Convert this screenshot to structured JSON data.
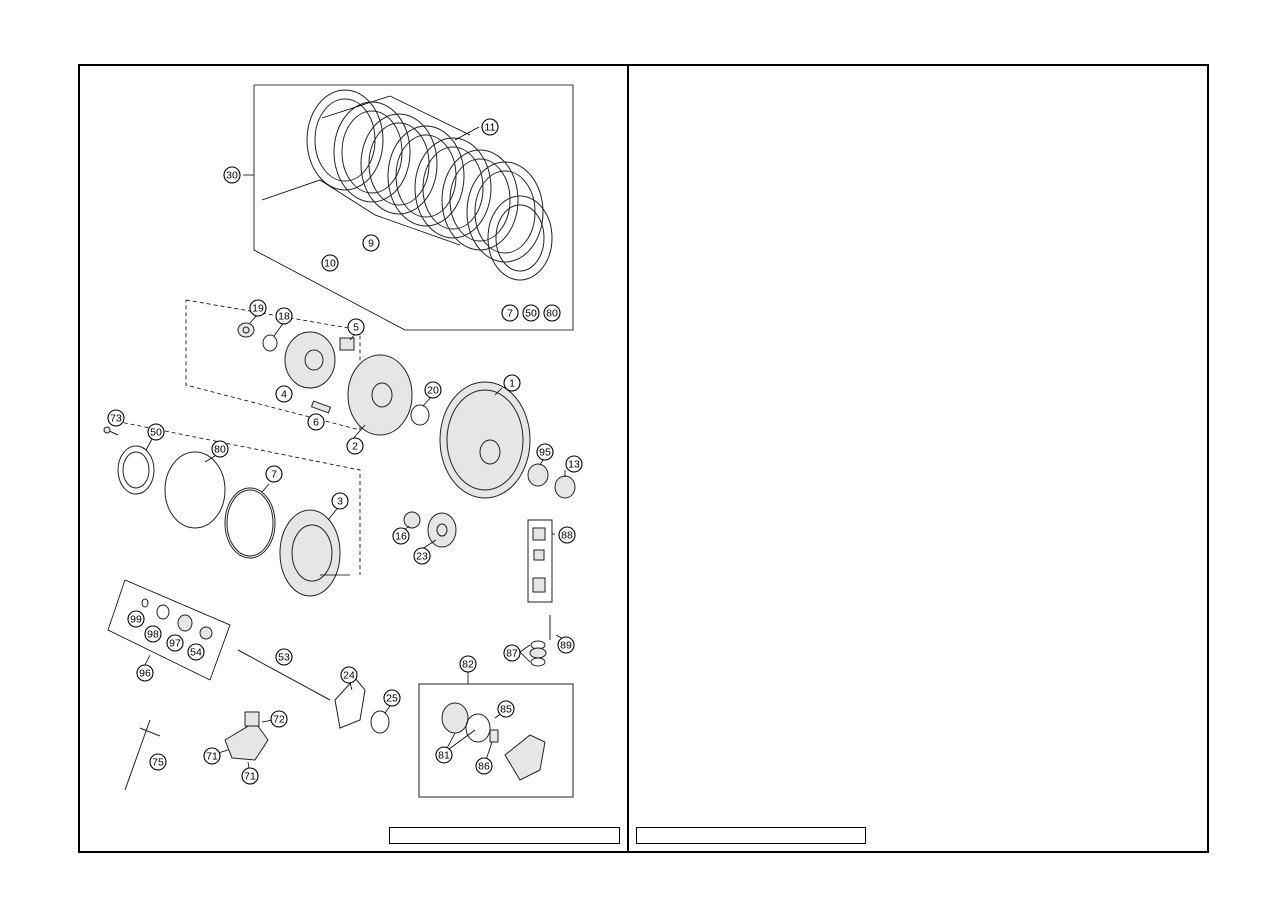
{
  "diagram": {
    "callouts": [
      {
        "id": "1",
        "label": "1"
      },
      {
        "id": "2",
        "label": "2"
      },
      {
        "id": "3",
        "label": "3"
      },
      {
        "id": "4",
        "label": "4"
      },
      {
        "id": "5",
        "label": "5"
      },
      {
        "id": "6",
        "label": "6"
      },
      {
        "id": "7",
        "label": "7"
      },
      {
        "id": "9",
        "label": "9"
      },
      {
        "id": "10",
        "label": "10"
      },
      {
        "id": "11",
        "label": "11"
      },
      {
        "id": "13",
        "label": "13"
      },
      {
        "id": "16",
        "label": "16"
      },
      {
        "id": "18",
        "label": "18"
      },
      {
        "id": "19",
        "label": "19"
      },
      {
        "id": "20",
        "label": "20"
      },
      {
        "id": "23",
        "label": "23"
      },
      {
        "id": "24",
        "label": "24"
      },
      {
        "id": "25",
        "label": "25"
      },
      {
        "id": "30",
        "label": "30"
      },
      {
        "id": "50",
        "label": "50"
      },
      {
        "id": "53",
        "label": "53"
      },
      {
        "id": "54",
        "label": "54"
      },
      {
        "id": "71a",
        "label": "71"
      },
      {
        "id": "71b",
        "label": "71"
      },
      {
        "id": "72",
        "label": "72"
      },
      {
        "id": "73",
        "label": "73"
      },
      {
        "id": "75",
        "label": "75"
      },
      {
        "id": "80",
        "label": "80"
      },
      {
        "id": "81",
        "label": "81"
      },
      {
        "id": "82",
        "label": "82"
      },
      {
        "id": "85",
        "label": "85"
      },
      {
        "id": "86",
        "label": "86"
      },
      {
        "id": "87",
        "label": "87"
      },
      {
        "id": "88",
        "label": "88"
      },
      {
        "id": "89",
        "label": "89"
      },
      {
        "id": "95",
        "label": "95"
      },
      {
        "id": "96",
        "label": "96"
      },
      {
        "id": "97",
        "label": "97"
      },
      {
        "id": "98",
        "label": "98"
      },
      {
        "id": "99",
        "label": "99"
      },
      {
        "id": "kit7",
        "label": "7"
      },
      {
        "id": "kit50",
        "label": "50"
      },
      {
        "id": "kit80",
        "label": "80"
      }
    ]
  },
  "captions": {
    "left": "",
    "right": ""
  }
}
